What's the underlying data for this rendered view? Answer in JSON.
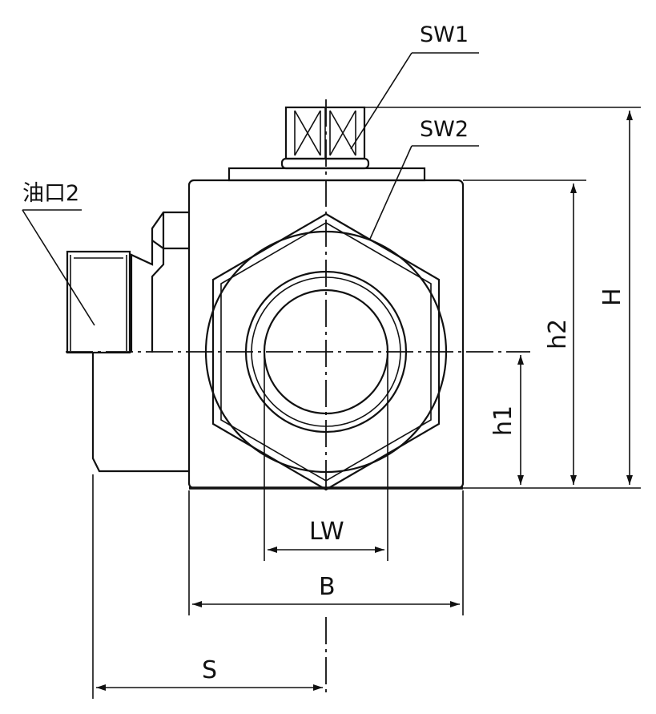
{
  "labels": {
    "sw1": "SW1",
    "sw2": "SW2",
    "port": "油口2",
    "h": "H",
    "h1": "h1",
    "h2": "h2",
    "lw": "LW",
    "b": "B",
    "s": "S"
  },
  "colors": {
    "line": "#111111",
    "background": "#ffffff"
  }
}
